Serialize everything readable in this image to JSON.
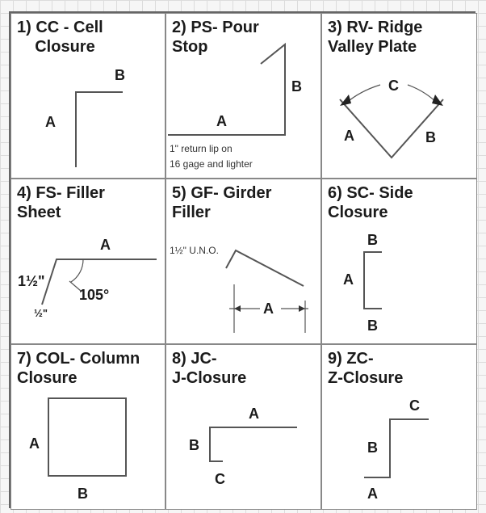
{
  "cells": [
    {
      "title": "1) CC - Cell\n    Closure",
      "labels": {
        "a": "A",
        "b": "B"
      }
    },
    {
      "title": "2) PS- Pour\nStop",
      "labels": {
        "a": "A",
        "b": "B"
      },
      "note_line1": "1\" return lip on",
      "note_line2": "16 gage and lighter"
    },
    {
      "title": "3) RV- Ridge\nValley Plate",
      "labels": {
        "a": "A",
        "b": "B",
        "c": "C"
      }
    },
    {
      "title": "4) FS- Filler\nSheet",
      "labels": {
        "a": "A"
      },
      "dim_one_half": "1½\"",
      "dim_half": "½\"",
      "angle": "105°"
    },
    {
      "title": "5) GF- Girder\nFiller",
      "labels": {
        "a": "A"
      },
      "note": "1½\" U.N.O."
    },
    {
      "title": "6) SC- Side\nClosure",
      "labels": {
        "a": "A",
        "b_top": "B",
        "b_bottom": "B"
      }
    },
    {
      "title": "7) COL- Column\nClosure",
      "labels": {
        "a": "A",
        "b": "B"
      }
    },
    {
      "title": "8) JC-\nJ-Closure",
      "labels": {
        "a": "A",
        "b": "B",
        "c": "C"
      }
    },
    {
      "title": "9) ZC-\nZ-Closure",
      "labels": {
        "a": "A",
        "b": "B",
        "c": "C"
      }
    }
  ]
}
